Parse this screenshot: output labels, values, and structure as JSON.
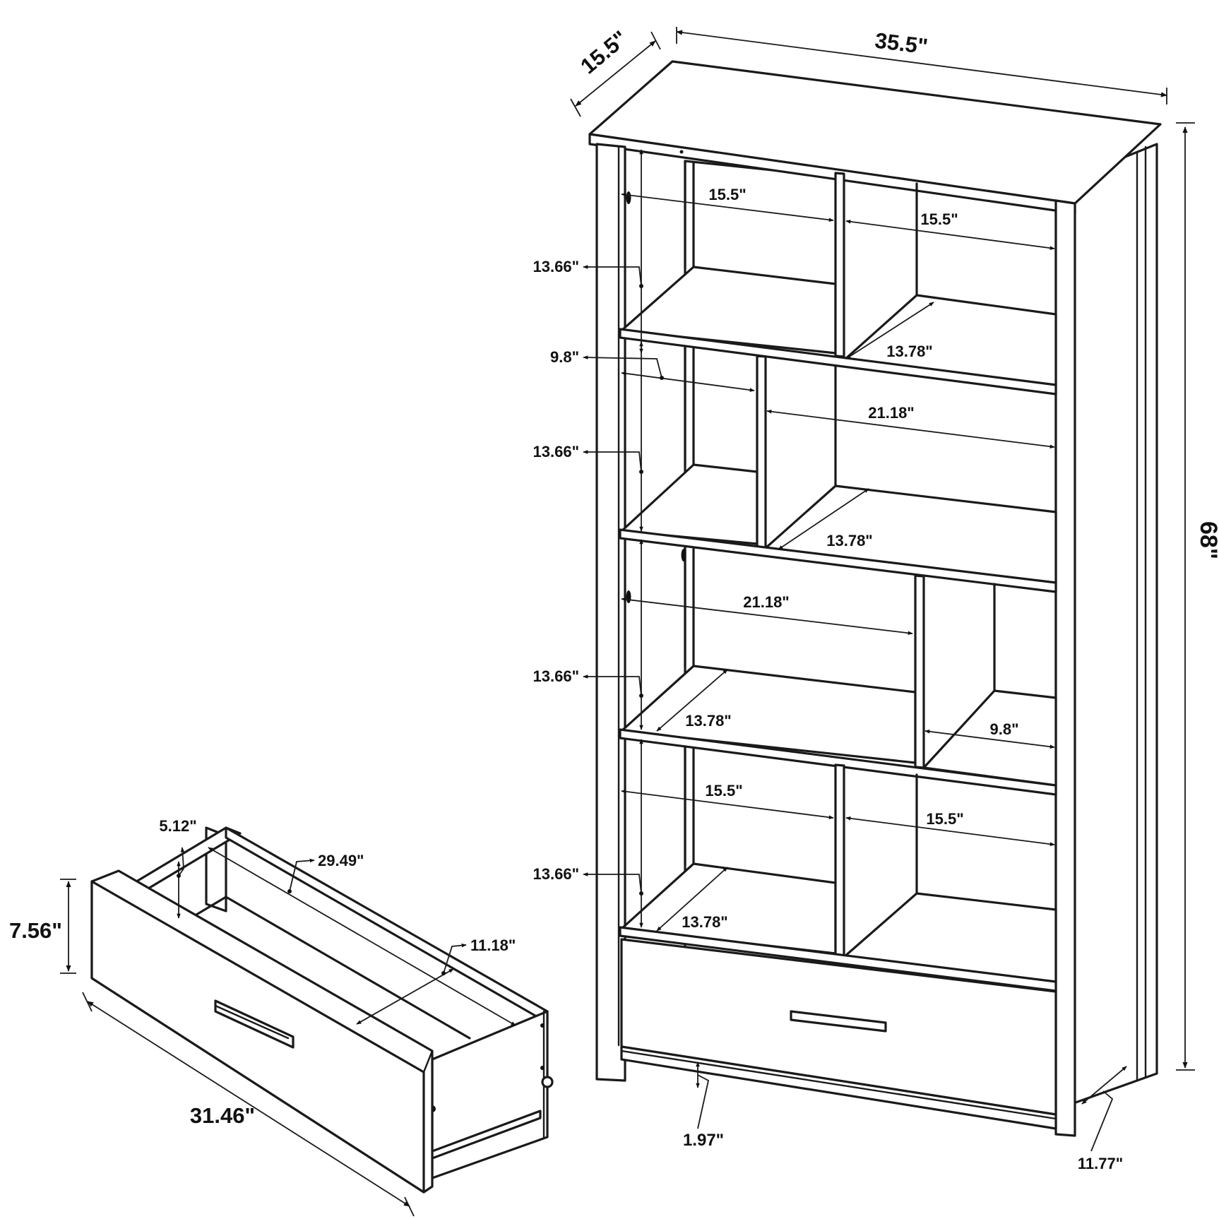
{
  "bookcase": {
    "overall": {
      "width": "35.5\"",
      "depth": "15.5\"",
      "height": "68\""
    },
    "shelf_heights": [
      "13.66\"",
      "13.66\"",
      "13.66\"",
      "13.66\""
    ],
    "row1": {
      "left_width": "15.5\"",
      "right_width": "15.5\"",
      "depth": "13.78\""
    },
    "row2": {
      "left_width": "9.8\"",
      "right_width": "21.18\"",
      "depth": "13.78\""
    },
    "row3": {
      "left_width": "21.18\"",
      "right_width": "9.8\"",
      "depth": "13.78\""
    },
    "row4": {
      "left_width": "15.5\"",
      "right_width": "15.5\"",
      "depth": "13.78\""
    },
    "floor_clearance": "1.97\"",
    "inner_depth": "11.77\""
  },
  "drawer": {
    "front_height": "7.56\"",
    "inner_height": "5.12\"",
    "inner_length": "29.49\"",
    "inner_depth": "11.18\"",
    "front_width": "31.46\""
  }
}
